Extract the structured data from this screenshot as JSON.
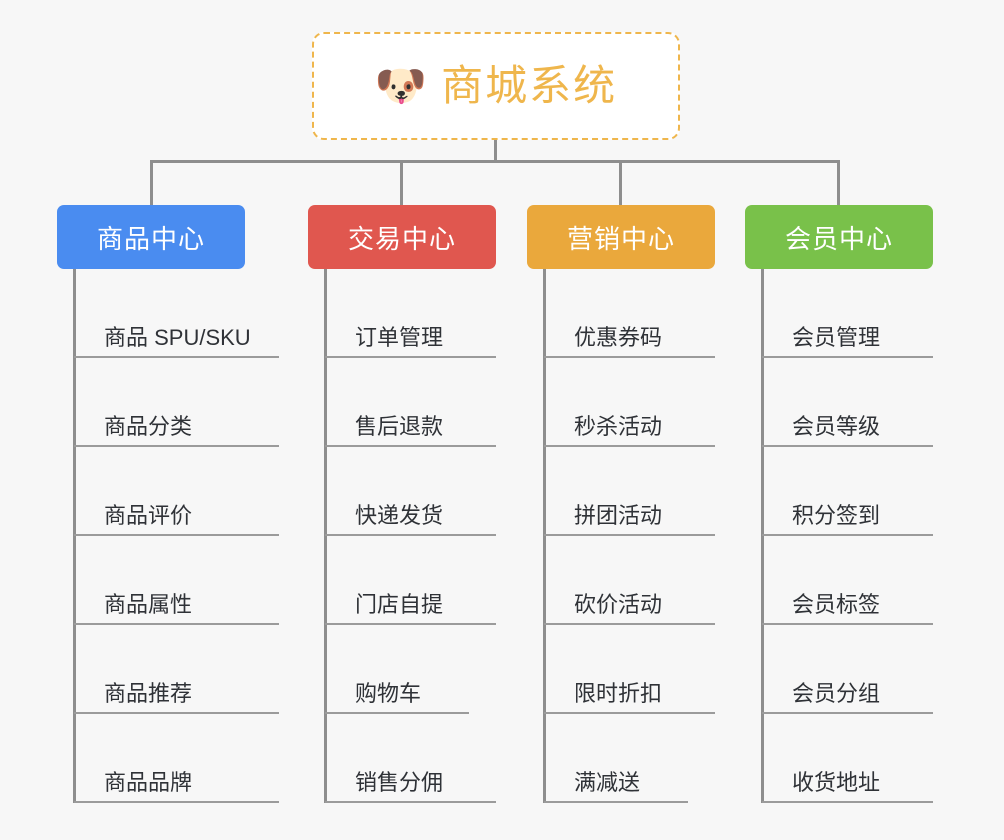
{
  "diagram": {
    "type": "org-tree",
    "background_color": "#f7f7f7",
    "connector_color": "#8e8e8e",
    "root": {
      "icon": "dog-face-icon",
      "icon_glyph": "🐶",
      "title": "商城系统",
      "text_color": "#efb64c",
      "border_color": "#efb64c",
      "border_style": "dashed",
      "fill_color": "#ffffff"
    },
    "columns": [
      {
        "id": "product-center",
        "label": "商品中心",
        "color": "#4a8cf0",
        "items": [
          "商品 SPU/SKU",
          "商品分类",
          "商品评价",
          "商品属性",
          "商品推荐",
          "商品品牌"
        ]
      },
      {
        "id": "trade-center",
        "label": "交易中心",
        "color": "#e0574f",
        "items": [
          "订单管理",
          "售后退款",
          "快递发货",
          "门店自提",
          "购物车",
          "销售分佣"
        ]
      },
      {
        "id": "marketing-center",
        "label": "营销中心",
        "color": "#eaa83c",
        "items": [
          "优惠券码",
          "秒杀活动",
          "拼团活动",
          "砍价活动",
          "限时折扣",
          "满减送"
        ]
      },
      {
        "id": "member-center",
        "label": "会员中心",
        "color": "#79c14a",
        "items": [
          "会员管理",
          "会员等级",
          "积分签到",
          "会员标签",
          "会员分组",
          "收货地址"
        ]
      }
    ]
  }
}
